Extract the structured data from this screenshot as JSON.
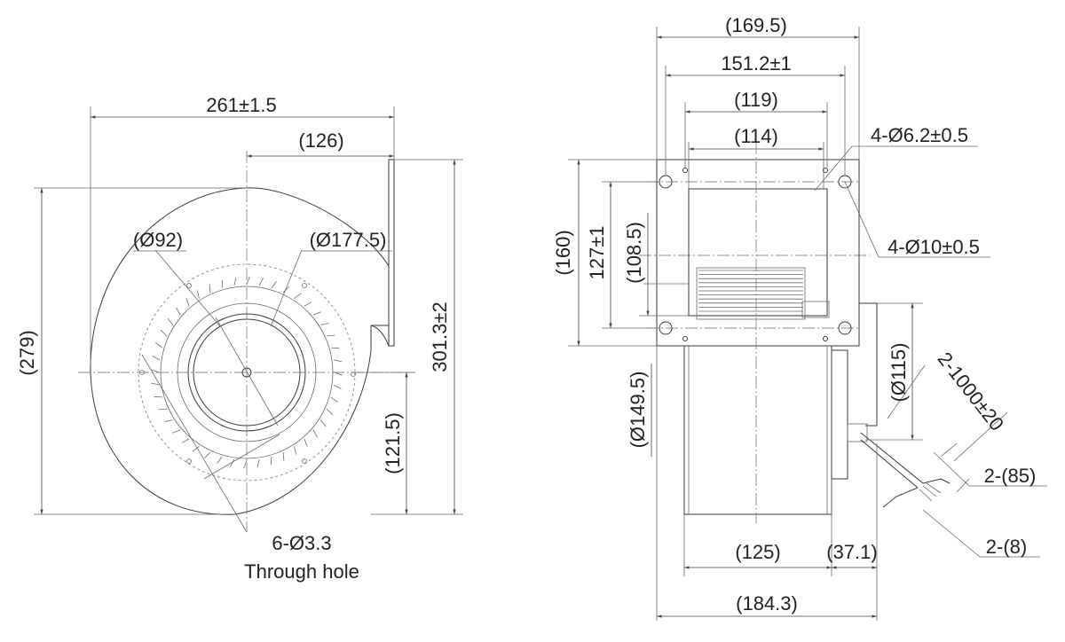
{
  "front_view": {
    "dims": {
      "overall_width": "261±1.5",
      "outlet_offset": "(126)",
      "total_height": "301.3±2",
      "left_height": "(279)",
      "center_height": "(121.5)",
      "inner_dia": "(Ø92)",
      "pattern_dia": "(Ø177.5)"
    },
    "note": {
      "holes": "6-Ø3.3",
      "through": "Through hole"
    }
  },
  "side_view": {
    "dims": {
      "flange_outer": "(169.5)",
      "hole_spacing": "151.2±1",
      "opening_outer": "(119)",
      "opening_inner": "(114)",
      "mount_holes": "4-Ø6.2±0.5",
      "slot_holes": "4-Ø10±0.5",
      "flange_height": "(160)",
      "hole_vertical": "127±1",
      "opening_height": "(108.5)",
      "housing_dia": "(Ø149.5)",
      "motor_dia": "(Ø115)",
      "lead_length": "2-1000±20",
      "lead_strip": "2-(85)",
      "lead_tip": "2-(8)",
      "motor_depth": "(125)",
      "motor_ext": "(37.1)",
      "overall_depth": "(184.3)"
    }
  }
}
